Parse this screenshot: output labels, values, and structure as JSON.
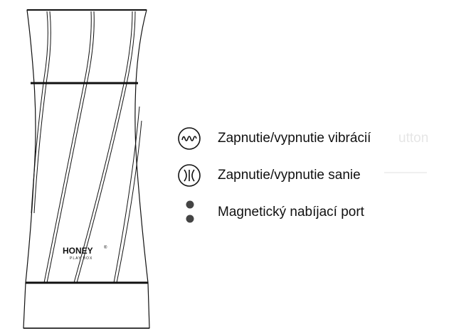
{
  "brand": {
    "logo_text": "HONEY",
    "logo_mark": "®",
    "logo_sub": "PLAY BOX"
  },
  "legend": [
    {
      "icon": "vibration-wave-icon",
      "label": "Zapnutie/vypnutie vibrácií"
    },
    {
      "icon": "suction-icon",
      "label": "Zapnutie/vypnutie sanie"
    },
    {
      "icon": "magnetic-dots-icon",
      "label": "Magnetický nabíjací port"
    }
  ],
  "ghost_text": {
    "button_fragment": "utton"
  },
  "colors": {
    "line": "#111111",
    "label": "#111111",
    "ghost": "#e6e6e6",
    "background": "#ffffff"
  }
}
